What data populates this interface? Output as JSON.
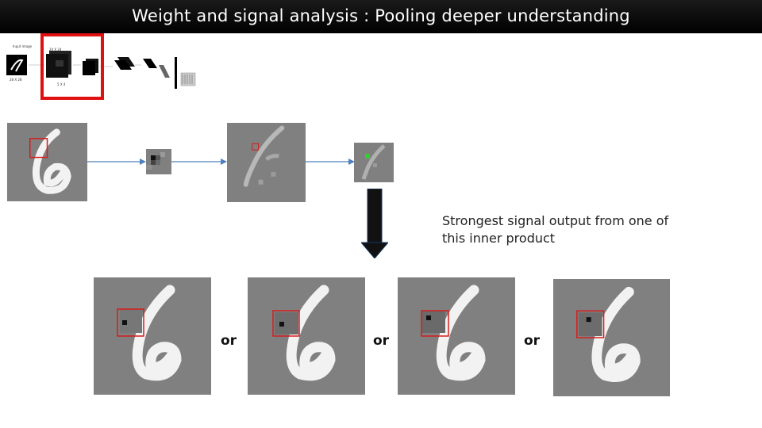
{
  "title": "Weight and signal analysis : Pooling deeper understanding",
  "caption": "Strongest signal output from one of this inner product",
  "or_labels": [
    "or",
    "or",
    "or"
  ],
  "thumbnail": {
    "input_label": "Input image",
    "input_size": "28 X 28",
    "layer_size": "24 X 24",
    "kernel_size": "5 X 4",
    "highlight_color": "#e01010"
  },
  "colors": {
    "title_bg": "#000000",
    "title_fg": "#ffffff",
    "image_bg": "#808080",
    "stroke": "#f2f2f2",
    "arrow": "#4f81bd",
    "down_arrow": "#17375e",
    "box": "#d61c1c",
    "green_dot": "#33cc33"
  }
}
